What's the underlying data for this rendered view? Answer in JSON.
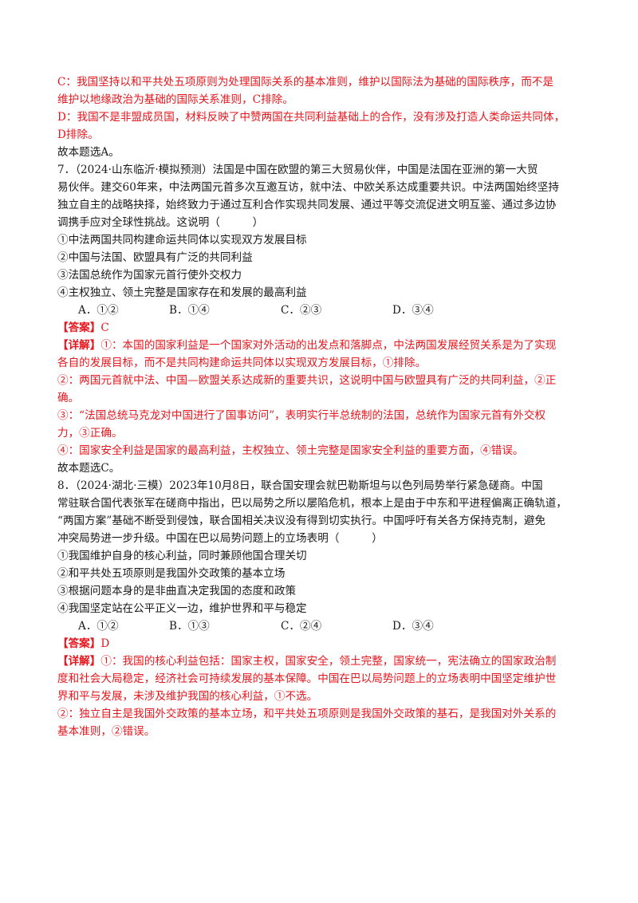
{
  "q6_tail": {
    "c1": "C：我国坚持以和平共处五项原则为处理国际关系的基本准则，维护以国际法为基础的国际秩序，而不是",
    "c2": "维护以地缘政治为基础的国际关系准则，C排除。",
    "d1": "D：我国不是非盟成员国，材料反映了中赞两国在共同利益基础上的合作，没有涉及打造人类命运共同体，",
    "d2": "D排除。",
    "conclusion": "故本题选A。"
  },
  "q7": {
    "stem": [
      "7．（2024·山东临沂·模拟预测）法国是中国在欧盟的第三大贸易伙伴，中国是法国在亚洲的第一大贸",
      "易伙伴。建交60年来，中法两国元首多次互邀互访，就中法、中欧关系达成重要共识。中法两国始终坚持",
      "独立自主的战略抉择，始终致力于通过互利合作实现共同发展、通过平等交流促进文明互鉴、通过多边协",
      "调携手应对全球性挑战。这说明（　　　）"
    ],
    "items": [
      "①中法两国共同构建命运共同体以实现双方发展目标",
      "②中国与法国、欧盟具有广泛的共同利益",
      "③法国总统作为国家元首行使外交权力",
      "④主权独立、领土完整是国家存在和发展的最高利益"
    ],
    "options": [
      "A．①②",
      "B．①④",
      "C．②③",
      "D．③④"
    ],
    "answer_tag": "【答案】",
    "answer": "C",
    "explain_tag": "【详解】",
    "explain": [
      "①：本国的国家利益是一个国家对外活动的出发点和落脚点，中法两国发展经贸关系是为了实现",
      "各自的发展目标，而不是共同构建命运共同体以实现双方发展目标，①排除。",
      "②：两国元首就中法、中国—欧盟关系达成新的重要共识，这说明中国与欧盟具有广泛的共同利益，②正",
      "确。",
      "③：“法国总统马克龙对中国进行了国事访问”，表明实行半总统制的法国，总统作为国家元首有外交权",
      "力，③正确。",
      "④：国家安全利益是国家的最高利益，主权独立、领土完整是国家安全利益的重要方面，④错误。"
    ],
    "conclusion": "故本题选C。"
  },
  "q8": {
    "stem": [
      "8．（2024·湖北·三模）2023年10月8日，联合国安理会就巴勒斯坦与以色列局势举行紧急磋商。中国",
      "常驻联合国代表张军在磋商中指出，巴以局势之所以屡陷危机，根本上是由于中东和平进程偏离正确轨道，",
      "“两国方案”基础不断受到侵蚀，联合国相关决议没有得到切实执行。中国呼吁有关各方保持克制，避免",
      "冲突局势进一步升级。中国在巴以局势问题上的立场表明（　　　）"
    ],
    "items": [
      "①我国维护自身的核心利益，同时兼顾他国合理关切",
      "②和平共处五项原则是我国外交政策的基本立场",
      "③根据问题本身的是非曲直决定我国的态度和政策",
      "④我国坚定站在公平正义一边，维护世界和平与稳定"
    ],
    "options": [
      "A．①②",
      "B．①③",
      "C．②④",
      "D．③④"
    ],
    "answer_tag": "【答案】",
    "answer": "D",
    "explain_tag": "【详解】",
    "explain": [
      "①：我国的核心利益包括：国家主权，国家安全，领土完整，国家统一，宪法确立的国家政治制",
      "度和社会大局稳定，经济社会可持续发展的基本保障。中国在巴以局势问题上的立场表明中国坚定维护世",
      "界和平与发展，未涉及维护我国的核心利益，①不选。",
      "②：独立自主是我国外交政策的基本立场，和平共处五项原则是我国外交政策的基石，是我国对外关系的",
      "基本准则，②错误。"
    ]
  }
}
